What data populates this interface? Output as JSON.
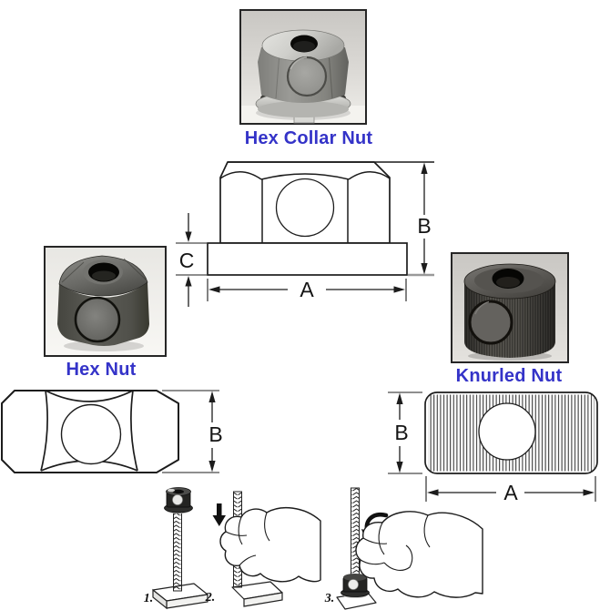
{
  "colors": {
    "label_blue": "#3433c8",
    "line": "#1c1c1c",
    "muted_gray_line": "#9a9a9a"
  },
  "products": [
    {
      "name": "hex-collar-nut",
      "label": "Hex Collar Nut"
    },
    {
      "name": "hex-nut",
      "label": "Hex Nut"
    },
    {
      "name": "knurled-nut",
      "label": "Knurled Nut"
    }
  ],
  "dimensions": {
    "profile": {
      "width": "A",
      "height": "B",
      "collar_height": "C"
    },
    "hex_front": {
      "height": "B"
    },
    "knurled_front": {
      "width": "A",
      "height": "B"
    }
  },
  "steps": [
    {
      "label": "1."
    },
    {
      "label": "2."
    },
    {
      "label": "3."
    }
  ]
}
